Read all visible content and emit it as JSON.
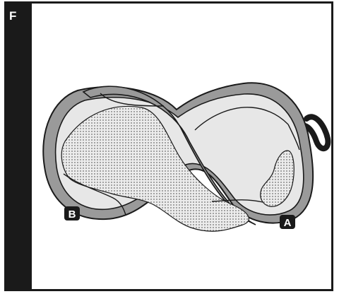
{
  "panel": {
    "letter": "F"
  },
  "markers": {
    "a": "A",
    "b": "B"
  },
  "colors": {
    "rim": "#9a9a9a",
    "outline": "#1a1a1a",
    "fabric": "#e7e7e7",
    "mesh": "#c9c9c9",
    "label_bg": "#1a1a1a"
  },
  "icons": {
    "strap": "hanging-loop-icon",
    "mesh": "mesh-pattern"
  }
}
